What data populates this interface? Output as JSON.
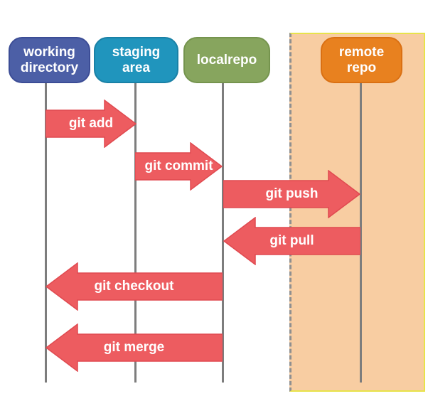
{
  "nodes": [
    {
      "id": "working-directory",
      "label": "working\ndirectory",
      "color": "#4c5fa6",
      "border": "#3c4d96"
    },
    {
      "id": "staging-area",
      "label": "staging\narea",
      "color": "#2095bd",
      "border": "#1a81a6"
    },
    {
      "id": "localrepo",
      "label": "localrepo",
      "color": "#87a55e",
      "border": "#75944e"
    },
    {
      "id": "remote-repo",
      "label": "remote\nrepo",
      "color": "#e8811f",
      "border": "#da7013"
    }
  ],
  "arrows": [
    {
      "label": "git add",
      "from": "working-directory",
      "to": "staging-area",
      "direction": "right"
    },
    {
      "label": "git commit",
      "from": "staging-area",
      "to": "localrepo",
      "direction": "right"
    },
    {
      "label": "git push",
      "from": "localrepo",
      "to": "remote-repo",
      "direction": "right"
    },
    {
      "label": "git pull",
      "from": "remote-repo",
      "to": "localrepo",
      "direction": "left"
    },
    {
      "label": "git checkout",
      "from": "localrepo",
      "to": "working-directory",
      "direction": "left"
    },
    {
      "label": "git merge",
      "from": "localrepo",
      "to": "working-directory",
      "direction": "left"
    }
  ],
  "colors": {
    "background": "#ffffff",
    "arrow": "#ed5c60",
    "arrow_border": "#e04a50",
    "panel_bg": "#f8cda2",
    "panel_border": "#e8e34a",
    "panel_dash": "#8f8f8f",
    "lifeline": "#7d7d7d",
    "text": "#ffffff"
  }
}
